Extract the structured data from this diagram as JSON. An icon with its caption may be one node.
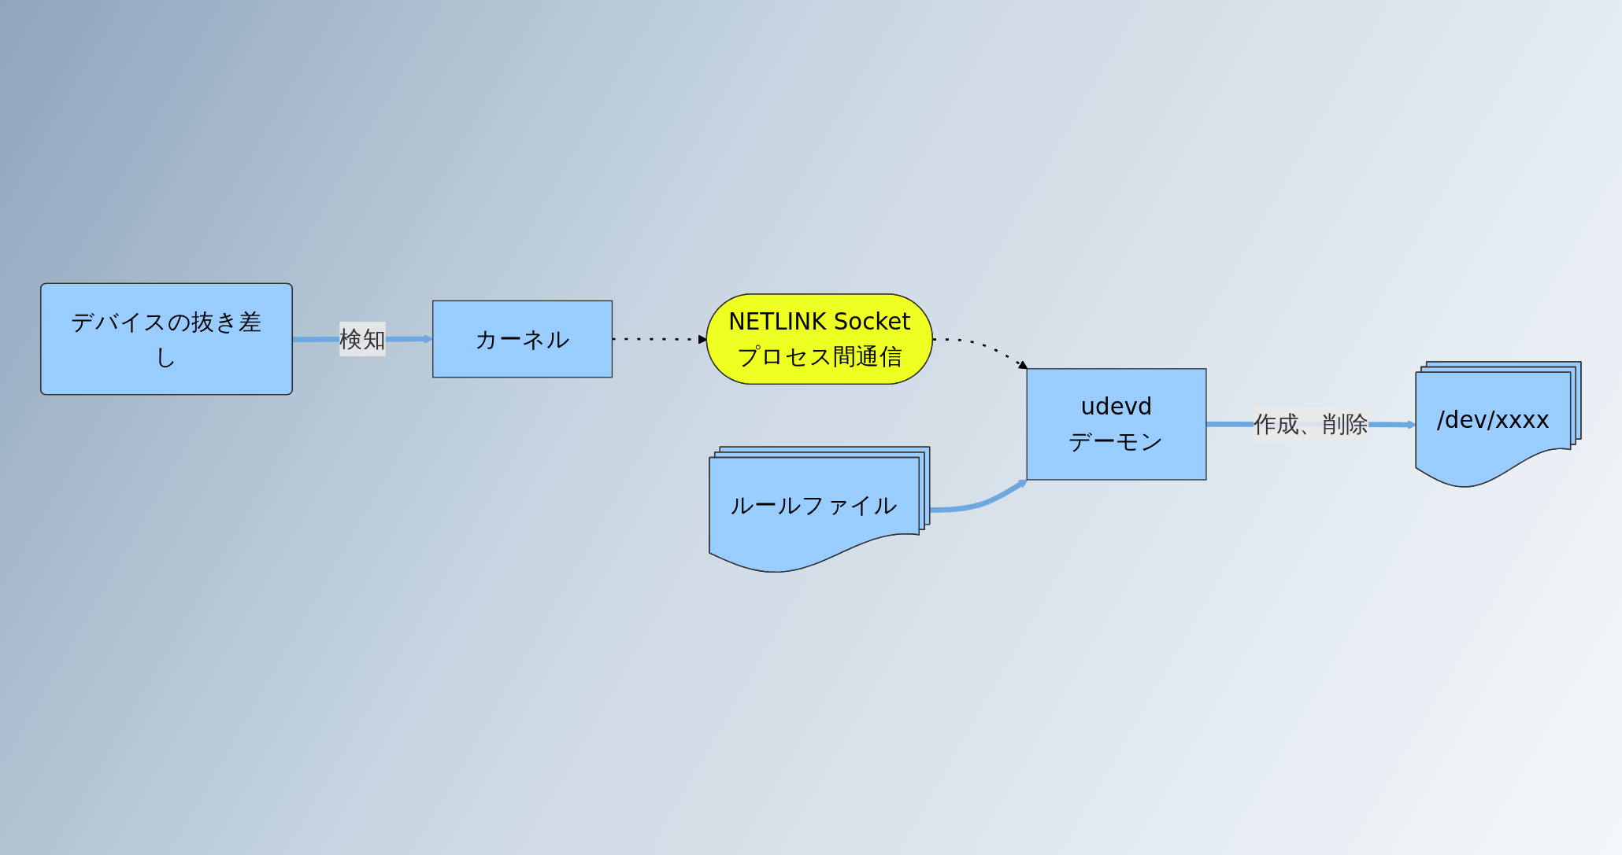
{
  "diagram": {
    "nodes": [
      {
        "text": [
          "カーネル"
        ]
      },
      {
        "text": [
          "NETLINK Socket",
          "プロセス間通信"
        ]
      },
      {
        "text": [
          "udevd",
          "デーモン"
        ]
      },
      {
        "text": [
          "ルールファイル"
        ]
      },
      {
        "text": [
          "デバイスの抜き差し"
        ]
      },
      {
        "text": [
          "/dev/xxxx"
        ]
      }
    ],
    "edges": [
      {
        "from": 0,
        "to": 1,
        "arrow": "to",
        "style": "dashed",
        "color": "#000000"
      },
      {
        "from": 1,
        "to": 2,
        "arrow": "to",
        "style": "dashed",
        "color": "#000000"
      },
      {
        "from": 4,
        "to": 0,
        "arrow": "to",
        "label": "検知"
      },
      {
        "from": 3,
        "to": 2,
        "arrow": "to"
      },
      {
        "from": 2,
        "to": 5,
        "arrow": "to",
        "label": "作成、削除"
      }
    ]
  }
}
